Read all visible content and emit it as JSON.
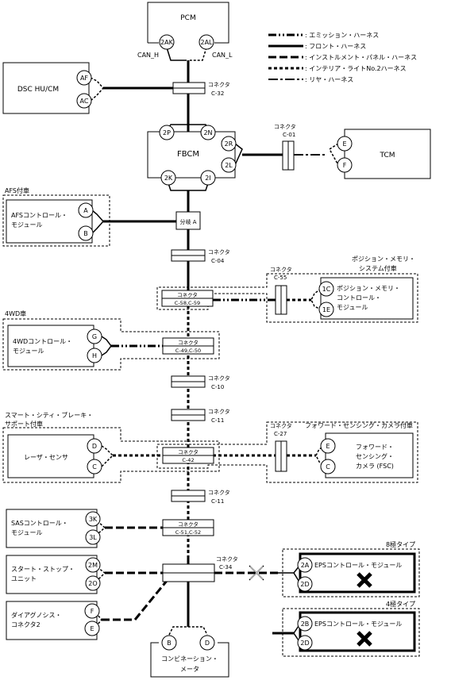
{
  "nodes": {
    "pcm": {
      "label": "PCM",
      "pins": [
        "2AK",
        "2AL"
      ]
    },
    "can_h": "CAN_H",
    "can_l": "CAN_L",
    "dsc": {
      "label": "DSC HU/CM",
      "pins": [
        "AF",
        "AC"
      ]
    },
    "c32": {
      "line1": "コネクタ",
      "line2": "C-32"
    },
    "fbcm": {
      "label": "FBCM",
      "pins": [
        "2P",
        "2N",
        "2R",
        "2L",
        "2K",
        "2I"
      ]
    },
    "c01": {
      "line1": "コネクタ",
      "line2": "C-01"
    },
    "tcm": {
      "label": "TCM",
      "pins": [
        "E",
        "F"
      ]
    },
    "afs_group": "AFS付車",
    "afs": {
      "line1": "AFSコントロール・",
      "line2": "モジュール",
      "pins": [
        "A",
        "B"
      ]
    },
    "branch_a": "分岐 A",
    "c04": {
      "line1": "コネクタ",
      "line2": "C-04"
    },
    "pos_group": {
      "line1": "ポジション・メモリ・",
      "line2": "システム付車"
    },
    "c55": {
      "line1": "コネクタ",
      "line2": "C-55"
    },
    "c58": {
      "line1": "コネクタ",
      "line2": "C-58,C-59"
    },
    "pos_mod": {
      "line1": "ポジション・メモリ・",
      "line2": "コントロール・",
      "line3": "モジュール",
      "pins": [
        "1C",
        "1E"
      ]
    },
    "g4wd_group": "4WD車",
    "m4wd": {
      "line1": "4WDコントロール・",
      "line2": "モジュール",
      "pins": [
        "G",
        "H"
      ]
    },
    "c49": {
      "line1": "コネクタ",
      "line2": "C-49,C-50"
    },
    "c10": {
      "line1": "コネクタ",
      "line2": "C-10"
    },
    "c11a": {
      "line1": "コネクタ",
      "line2": "C-11"
    },
    "scbs_group": {
      "line1": "スマート・シティ・ブレーキ・",
      "line2": "サポート付車"
    },
    "laser": {
      "label": "レーザ・センサ",
      "pins": [
        "D",
        "C"
      ]
    },
    "c42": {
      "line1": "コネクタ",
      "line2": "C-42"
    },
    "fsc_group": "フォワード・センシング・カメラ付車",
    "c27": {
      "line1": "コネクタ",
      "line2": "C-27"
    },
    "fsc": {
      "line1": "フォワード・",
      "line2": "センシング・",
      "line3": "カメラ (FSC)",
      "pins": [
        "E",
        "C"
      ]
    },
    "c11b": {
      "line1": "コネクタ",
      "line2": "C-11"
    },
    "sas": {
      "line1": "SASコントロール・",
      "line2": "モジュール",
      "pins": [
        "3K",
        "3L"
      ]
    },
    "c51": {
      "line1": "コネクタ",
      "line2": "C-51,C-52"
    },
    "ss": {
      "line1": "スタート・ストップ・",
      "line2": "ユニット",
      "pins": [
        "2M",
        "2O"
      ]
    },
    "c34": {
      "line1": "コネクタ",
      "line2": "C-34"
    },
    "diag": {
      "line1": "ダイアグノシス・",
      "line2": "コネクタ2",
      "pins": [
        "F",
        "E"
      ]
    },
    "combi": {
      "line1": "コンビネーション・",
      "line2": "メータ",
      "pins": [
        "B",
        "D"
      ]
    },
    "eps8_group": "8極タイプ",
    "eps8": {
      "label": "EPSコントロール・モジュール",
      "pins": [
        "2A",
        "2D"
      ]
    },
    "eps4_group": "4極タイプ",
    "eps4": {
      "label": "EPSコントロール・モジュール",
      "pins": [
        "2B",
        "2D"
      ]
    }
  },
  "legend": [
    {
      "style": "emission",
      "label": ": エミッション・ハーネス"
    },
    {
      "style": "front",
      "label": ": フロント・ハーネス"
    },
    {
      "style": "instrument",
      "label": ": インストルメント・パネル・ハーネス"
    },
    {
      "style": "interior",
      "label": ": インテリア・ライトNo.2ハーネス"
    },
    {
      "style": "rear",
      "label": ": リヤ・ハーネス"
    }
  ]
}
